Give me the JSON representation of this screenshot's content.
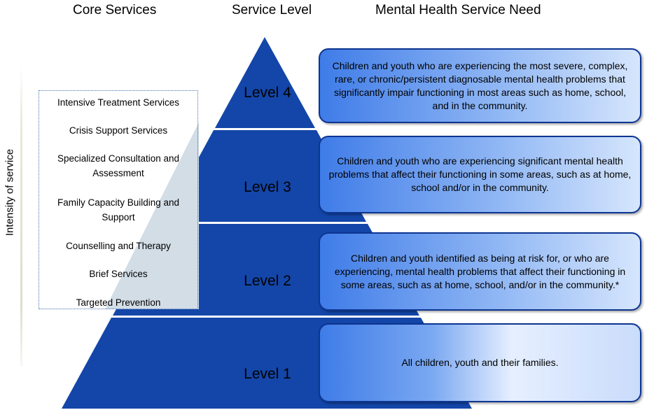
{
  "headers": {
    "core_services": "Core Services",
    "service_level": "Service Level",
    "need": "Mental Health Service Need"
  },
  "axis_label": "Intensity of service",
  "levels": [
    "Level 4",
    "Level 3",
    "Level 2",
    "Level 1"
  ],
  "core_services": [
    "Intensive Treatment Services",
    "Crisis Support Services",
    "Specialized Consultation and Assessment",
    "Family Capacity Building and Support",
    "Counselling and Therapy",
    "Brief Services",
    "Targeted Prevention"
  ],
  "needs": [
    "Children and youth who are experiencing the most severe, complex, rare, or chronic/persistent diagnosable mental health problems that significantly impair functioning in most areas such as home, school, and in the community.",
    "Children and youth who are experiencing significant mental health problems that affect their functioning in some areas, such as at home, school and/or in the community.",
    "Children and youth identified as being at risk for, or who are experiencing, mental health problems that affect their functioning in some areas, such as at home, school, and/or in the community.*",
    "All children, youth and their families."
  ],
  "colors": {
    "pyramid": "#1346a8",
    "pyramid_light": "#d2dde6",
    "box_border": "#0d3591"
  }
}
